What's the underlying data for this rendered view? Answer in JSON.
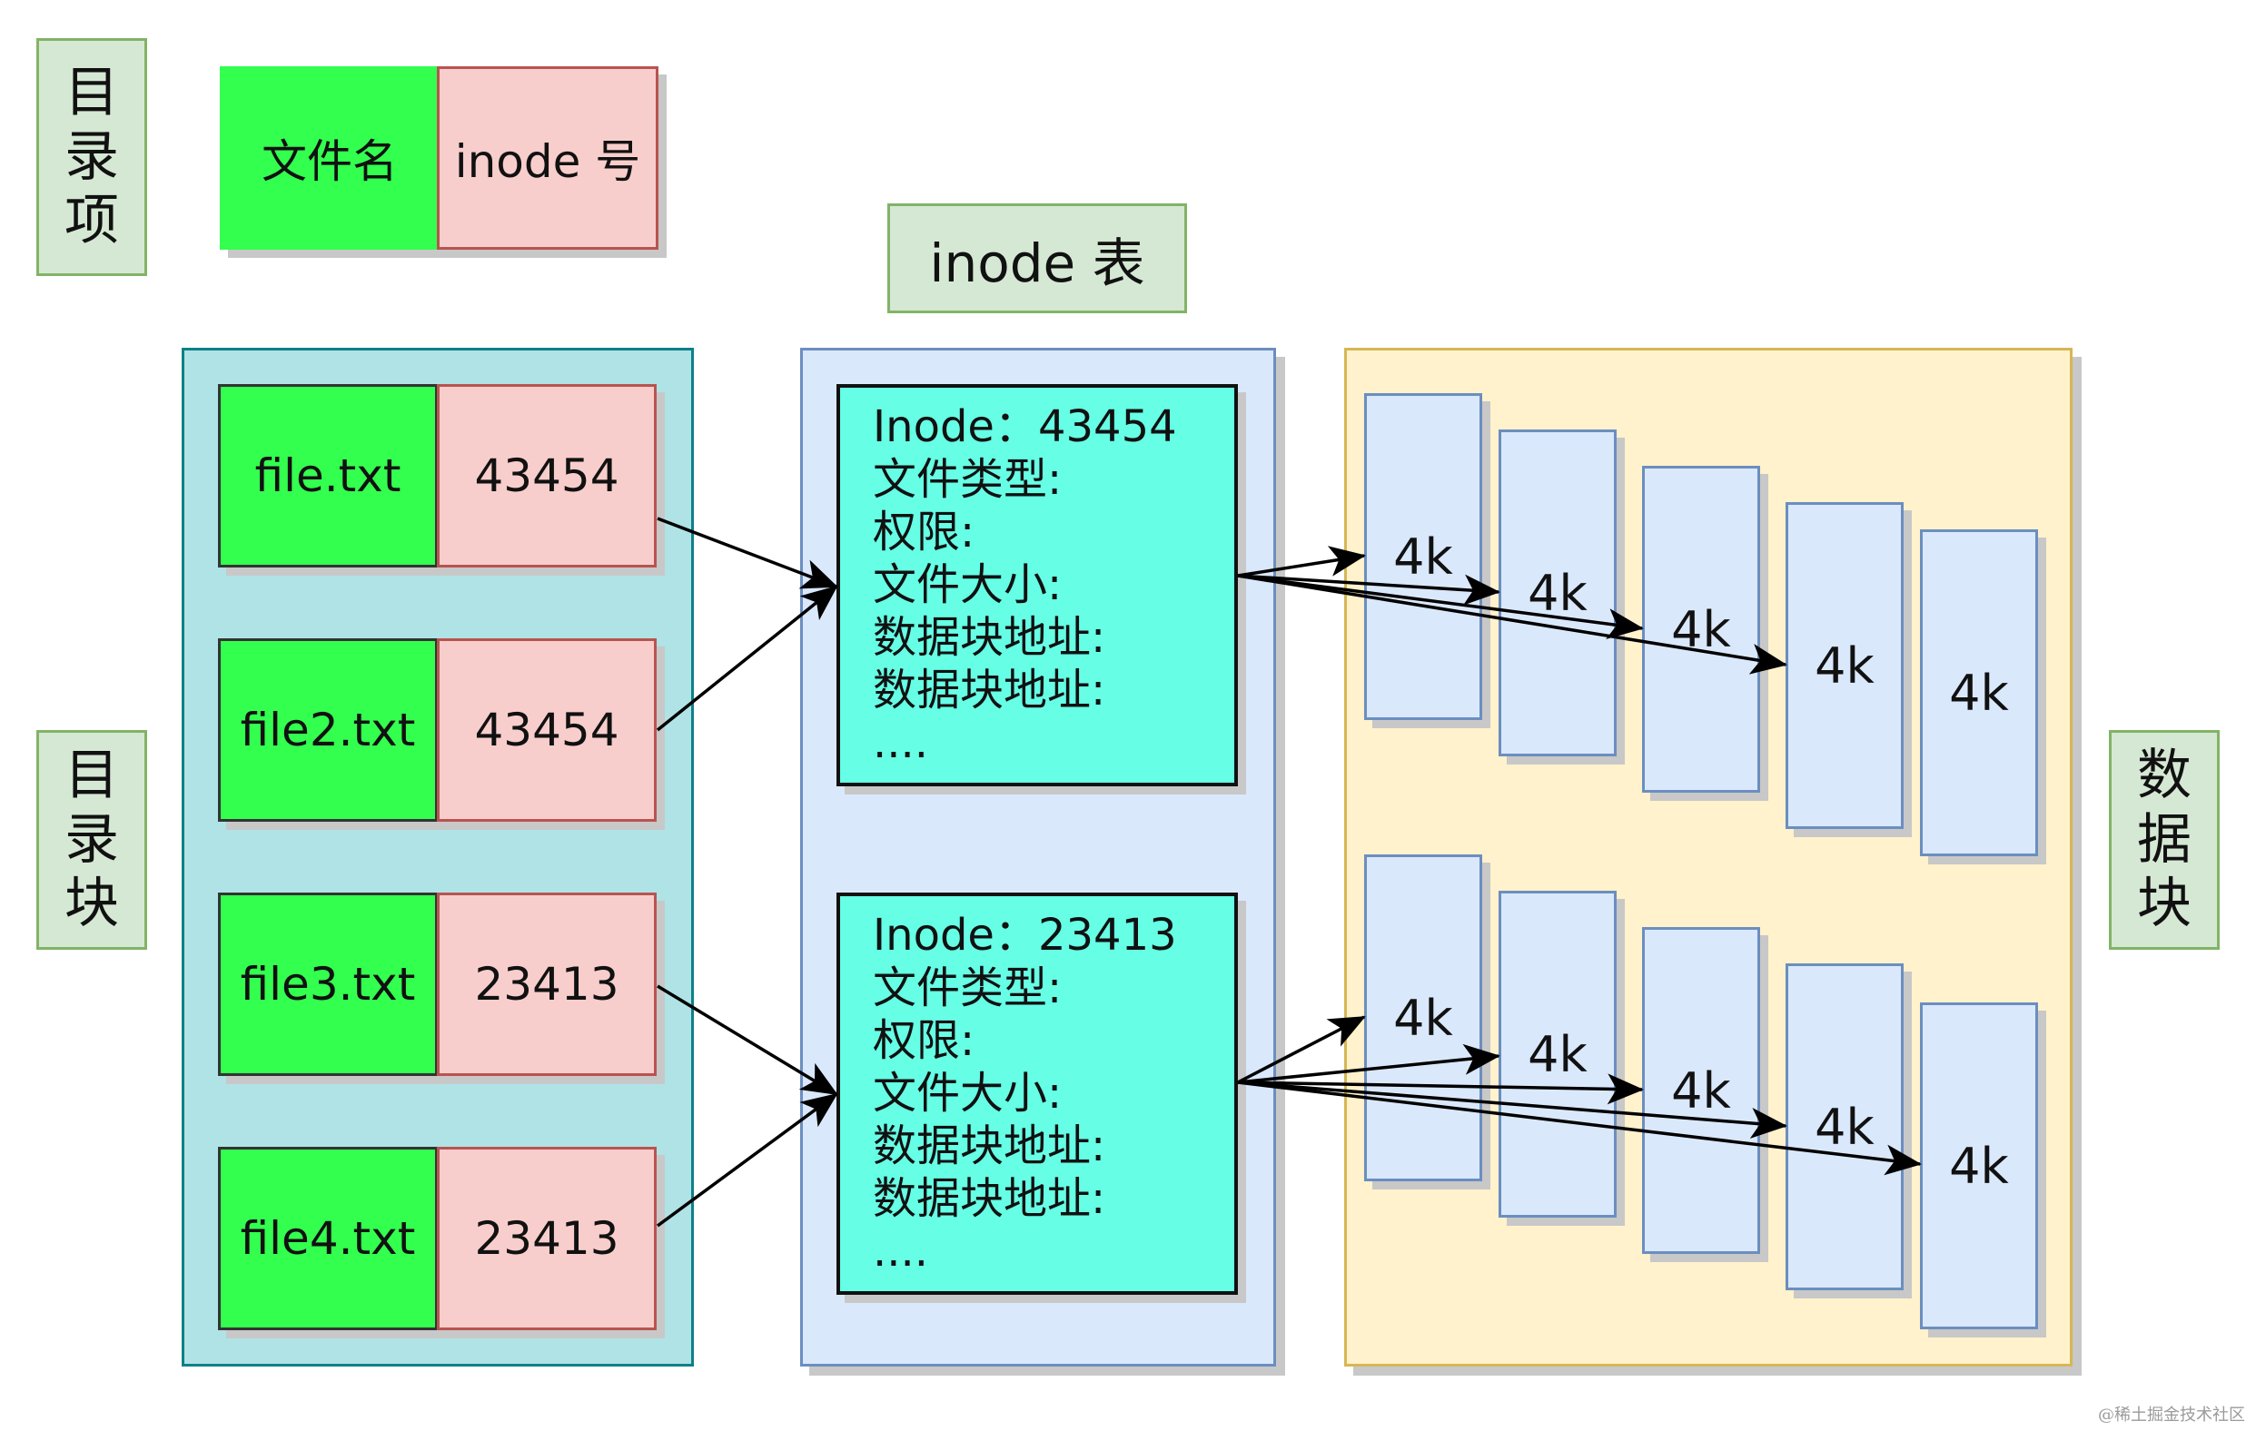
{
  "labels": {
    "dir_entry": [
      "目",
      "录",
      "项"
    ],
    "dir_block": [
      "目",
      "录",
      "块"
    ],
    "data_block": [
      "数",
      "据",
      "块"
    ]
  },
  "legend": {
    "filename": "文件名",
    "inode_no": "inode 号"
  },
  "inode_table_title": "inode 表",
  "dir_entries": [
    {
      "name": "file.txt",
      "inode": "43454"
    },
    {
      "name": "file2.txt",
      "inode": "43454"
    },
    {
      "name": "file3.txt",
      "inode": "23413"
    },
    {
      "name": "file4.txt",
      "inode": "23413"
    }
  ],
  "inodes": [
    {
      "lines": [
        "Inode：43454",
        "文件类型:",
        "权限:",
        "文件大小:",
        "数据块地址:",
        "数据块地址:",
        "...."
      ]
    },
    {
      "lines": [
        "Inode：23413",
        "文件类型:",
        "权限:",
        "文件大小:",
        "数据块地址:",
        "数据块地址:",
        "...."
      ]
    }
  ],
  "data_blocks": {
    "group1": [
      "4k",
      "4k",
      "4k",
      "4k",
      "4k"
    ],
    "group2": [
      "4k",
      "4k",
      "4k",
      "4k",
      "4k"
    ]
  },
  "colors": {
    "filename_fill": "#33ff4f",
    "inode_no_fill": "#f8cecc",
    "dir_block_fill": "#b0e3e6",
    "inode_table_fill": "#dae8fc",
    "inode_fill": "#66ffe6",
    "data_area_fill": "#fff2cc",
    "label_fill": "#d5e8d4"
  },
  "watermark": "@稀土掘金技术社区"
}
